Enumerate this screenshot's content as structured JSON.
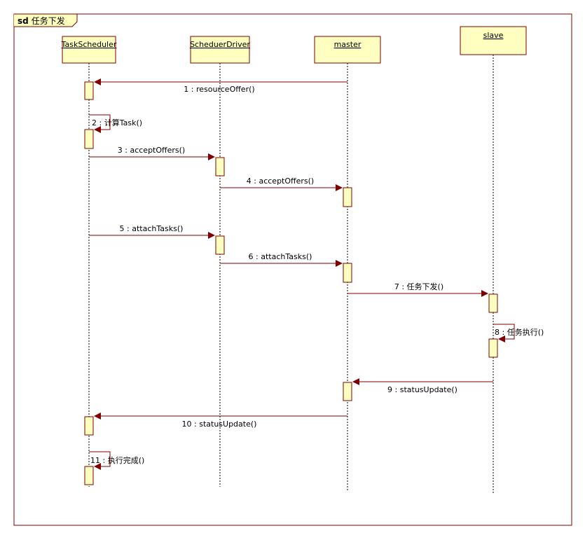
{
  "frame": {
    "keyword": "sd",
    "name": "任务下发"
  },
  "colors": {
    "frame_border": "#800000",
    "box_fill": "#ffffc0",
    "box_border": "#800000",
    "arrow": "#800000",
    "text": "#000000",
    "lifeline": "#000000"
  },
  "lifelines": [
    {
      "id": "ts",
      "name": "TaskScheduler"
    },
    {
      "id": "sd",
      "name": "ScheduerDriver"
    },
    {
      "id": "m",
      "name": "master"
    },
    {
      "id": "s",
      "name": "slave"
    }
  ],
  "messages": [
    {
      "label": "1 : resourceOffer()",
      "from": "m",
      "to": "ts"
    },
    {
      "label": "2 : 计算Task()",
      "from": "ts",
      "to": "ts"
    },
    {
      "label": "3 : acceptOffers()",
      "from": "ts",
      "to": "sd"
    },
    {
      "label": "4 : acceptOffers()",
      "from": "sd",
      "to": "m"
    },
    {
      "label": "5 : attachTasks()",
      "from": "ts",
      "to": "sd"
    },
    {
      "label": "6 : attachTasks()",
      "from": "sd",
      "to": "m"
    },
    {
      "label": "7 : 任务下发()",
      "from": "m",
      "to": "s"
    },
    {
      "label": "8 : 任务执行()",
      "from": "s",
      "to": "s"
    },
    {
      "label": "9 : statusUpdate()",
      "from": "s",
      "to": "m"
    },
    {
      "label": "10 : statusUpdate()",
      "from": "m",
      "to": "ts"
    },
    {
      "label": "11 : 执行完成()",
      "from": "ts",
      "to": "ts"
    }
  ]
}
